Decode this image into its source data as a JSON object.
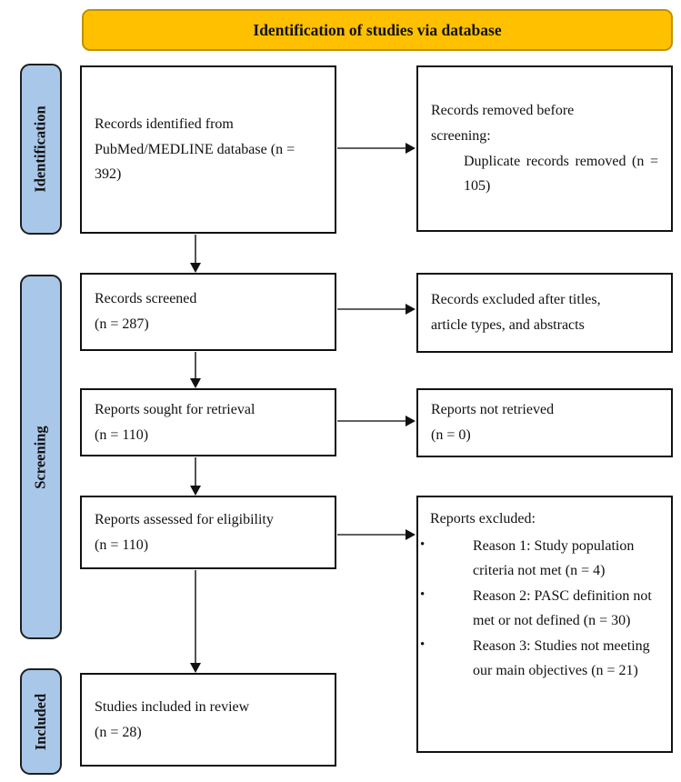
{
  "banner": {
    "title": "Identification of studies via database"
  },
  "stages": {
    "identification": "Identification",
    "screening": "Screening",
    "included": "Included"
  },
  "flow": {
    "records_identified": "Records identified from\nPubMed/MEDLINE database (n =\n392)",
    "records_screened": "Records screened\n(n = 287)",
    "reports_sought": "Reports sought for retrieval\n(n = 110)",
    "reports_assessed": "Reports assessed for eligibility\n(n = 110)",
    "studies_included": "Studies included in review\n(n = 28)"
  },
  "exclusions": {
    "removed_before_screening": {
      "heading": "Records removed before\nscreening:",
      "detail": "Duplicate records removed (n = 105)"
    },
    "records_excluded_titles": "Records excluded after titles,\narticle types, and abstracts",
    "reports_not_retrieved": "Reports not retrieved\n(n = 0)",
    "reports_excluded": {
      "heading": "Reports excluded:",
      "bullet_glyph": "•",
      "reasons": [
        "Reason 1: Study population criteria not met (n = 4)",
        "Reason 2: PASC definition not met or not defined (n = 30)",
        "Reason 3: Studies not meeting our main objectives (n = 21)"
      ]
    }
  },
  "colors": {
    "banner_fill": "#FFC000",
    "banner_border": "#BF9000",
    "stage_fill": "#A9C7E9",
    "stage_border": "#1F1F1F",
    "box_border": "#111111",
    "arrow_color": "#2B2B2B"
  }
}
